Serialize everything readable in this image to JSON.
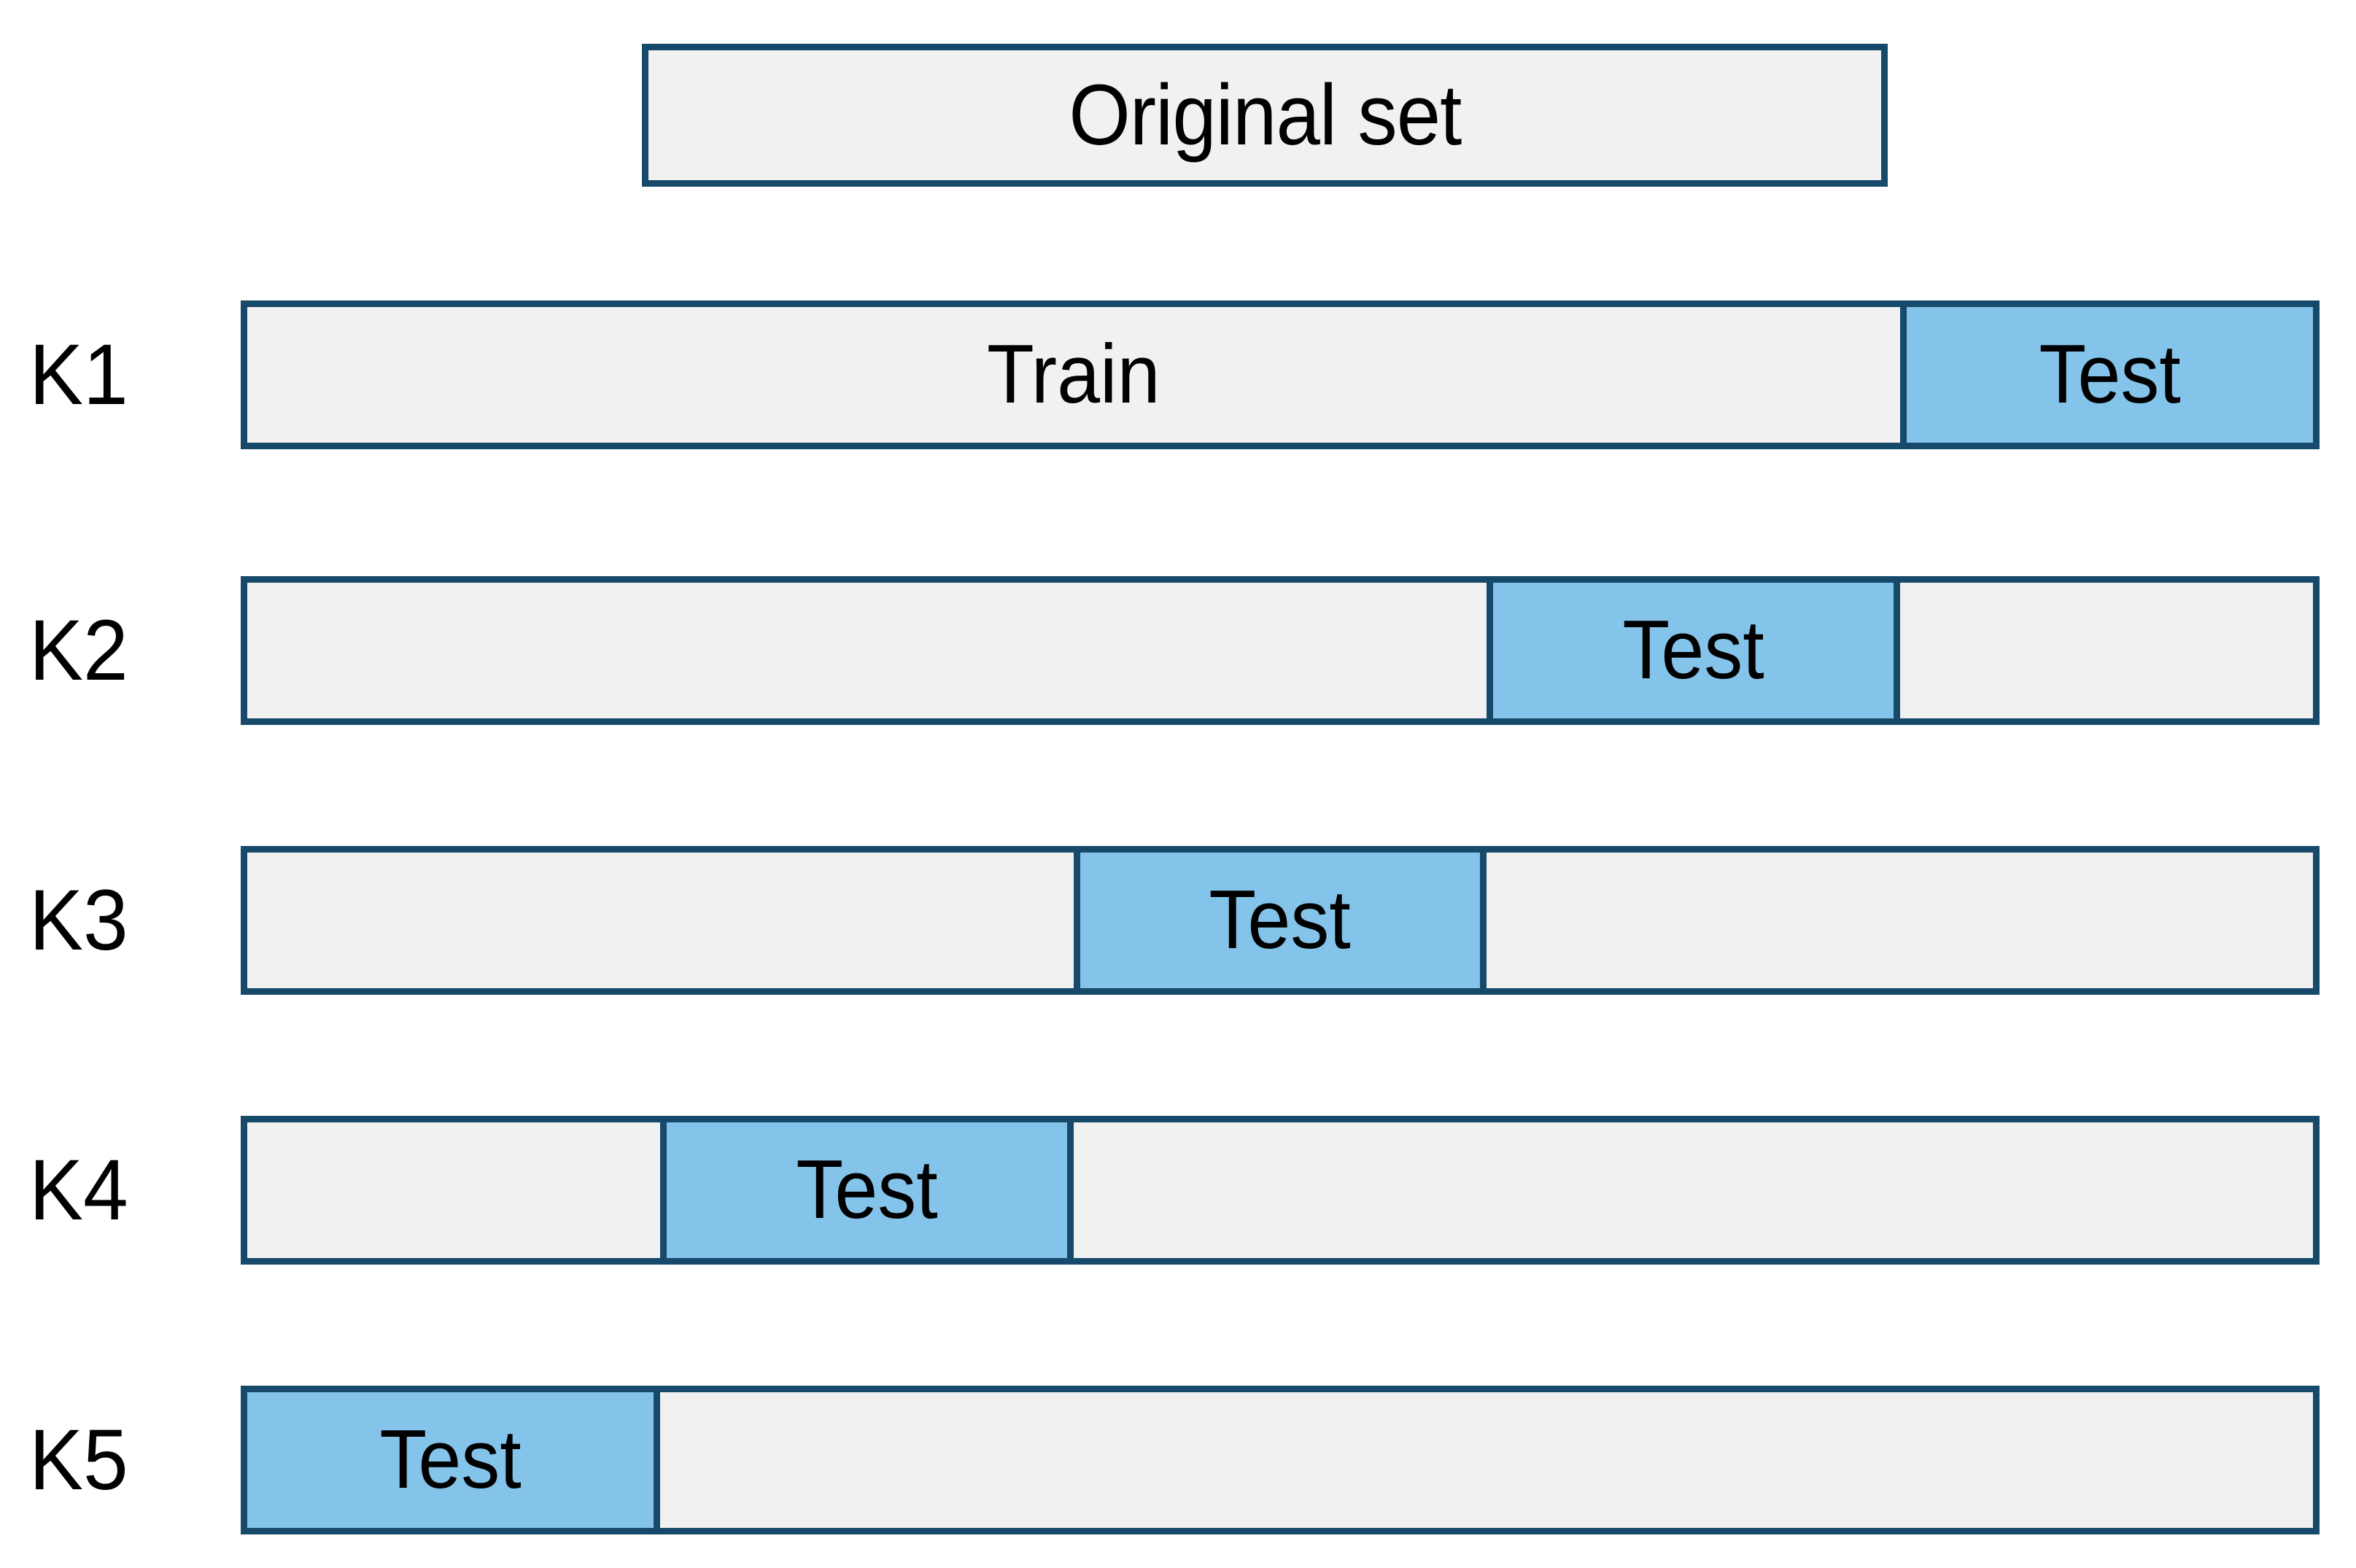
{
  "diagram": {
    "title_box": {
      "label": "Original set"
    },
    "colors": {
      "border": "#16496a",
      "train_fill": "#f1f1f1",
      "test_fill": "#85c4ea",
      "text": "#000000",
      "background": "#ffffff"
    },
    "labels": {
      "train": "Train",
      "test": "Test"
    },
    "n_segments": 5,
    "folds": [
      {
        "name": "K1",
        "test_segment_index": 4,
        "segments": [
          "train",
          "train",
          "train",
          "train",
          "test"
        ],
        "segment_labels": [
          "",
          "",
          "",
          "",
          "Test"
        ],
        "train_label": "Train"
      },
      {
        "name": "K2",
        "test_segment_index": 3,
        "segments": [
          "train",
          "train",
          "train",
          "test",
          "train"
        ],
        "segment_labels": [
          "",
          "",
          "",
          "Test",
          ""
        ],
        "train_label": ""
      },
      {
        "name": "K3",
        "test_segment_index": 2,
        "segments": [
          "train",
          "train",
          "test",
          "train",
          "train"
        ],
        "segment_labels": [
          "",
          "",
          "Test",
          "",
          ""
        ],
        "train_label": ""
      },
      {
        "name": "K4",
        "test_segment_index": 1,
        "segments": [
          "train",
          "test",
          "train",
          "train",
          "train"
        ],
        "segment_labels": [
          "",
          "Test",
          "",
          "",
          ""
        ],
        "train_label": ""
      },
      {
        "name": "K5",
        "test_segment_index": 0,
        "segments": [
          "test",
          "train",
          "train",
          "train",
          "train"
        ],
        "segment_labels": [
          "Test",
          "",
          "",
          "",
          ""
        ],
        "train_label": ""
      }
    ]
  }
}
